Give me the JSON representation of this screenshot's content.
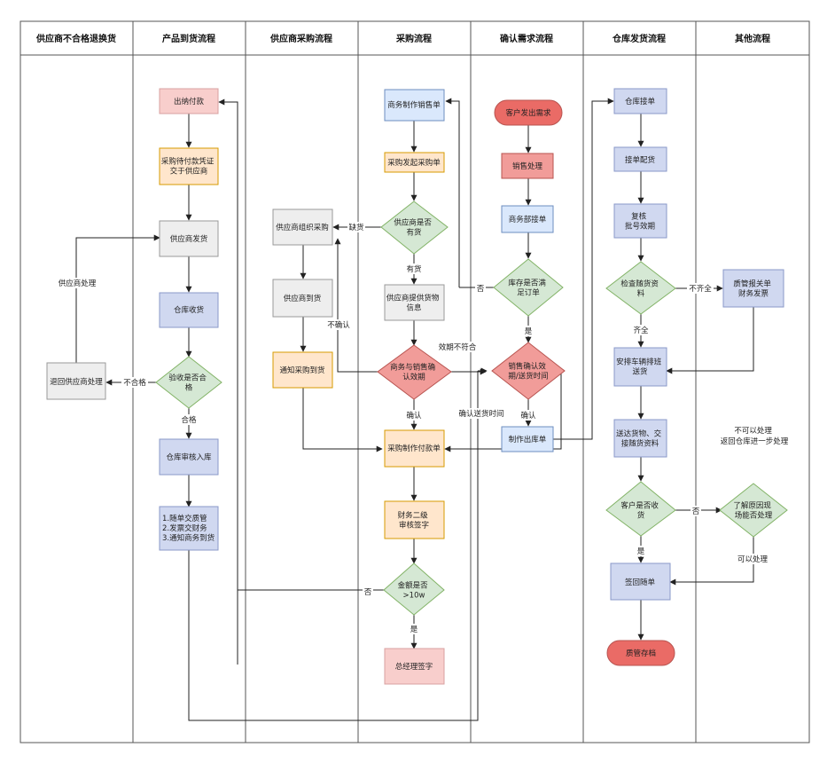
{
  "lanes": [
    "供应商不合格退换货",
    "产品到货流程",
    "供应商采购流程",
    "采购流程",
    "确认需求流程",
    "仓库发货流程",
    "其他流程"
  ],
  "nodes": {
    "chuna_fukuan": [
      "出纳付款"
    ],
    "daifukuan": [
      "采购待付款凭证",
      "交于供应商"
    ],
    "gys_fahuo": [
      "供应商发货"
    ],
    "cangku_shouhuo": [
      "仓库收货"
    ],
    "yanshou": [
      "验收是否合",
      "格"
    ],
    "cangku_ruku": [
      "仓库审核入库"
    ],
    "suidan": [
      "1.随单交质管",
      "2.发票交财务",
      "3.通知商务到货"
    ],
    "tuihui": [
      "退回供应商处理"
    ],
    "gys_zuzhi": [
      "供应商组织采购"
    ],
    "gys_daohuo": [
      "供应商到货"
    ],
    "tongzhi_daohuo": [
      "通知采购到货"
    ],
    "zhizuo_xiaoshoudan": [
      "商务制作销售单"
    ],
    "faqi_caigou": [
      "采购发起采购单"
    ],
    "shifou_youhuo": [
      "供应商是否",
      "有货"
    ],
    "tigong_xinxi": [
      "供应商提供货物",
      "信息"
    ],
    "queren_xiaoqi": [
      "商务与销售确",
      "认效期"
    ],
    "fukuandan": [
      "采购制作付款单"
    ],
    "caiwu_shenhe": [
      "财务二级",
      "审核签字"
    ],
    "jine": [
      "金额是否",
      ">10w"
    ],
    "zongjingli": [
      "总经理签字"
    ],
    "kehu_xuqiu": [
      "客户发出需求"
    ],
    "xiaoshou_chuli": [
      "销售处理"
    ],
    "shangwu_jiedan": [
      "商务部接单"
    ],
    "kucun": [
      "库存是否满",
      "足订单"
    ],
    "xiaoshou_queren": [
      "销售确认效",
      "期/送货时间"
    ],
    "chukudan": [
      "制作出库单"
    ],
    "cangku_jiedan": [
      "仓库接单"
    ],
    "jiedan_peihuo": [
      "接单配货"
    ],
    "fuhe": [
      "复核",
      "批号效期"
    ],
    "jiancha": [
      "检查随货资",
      "料"
    ],
    "anpai": [
      "安排车辆排班",
      "送货"
    ],
    "songda": [
      "送达货物、交",
      "接随货资料"
    ],
    "kehu_shouhuo": [
      "客户是否收",
      "货"
    ],
    "qianhui": [
      "签回随单"
    ],
    "zhiguan_cundang": [
      "质管存档"
    ],
    "zhiguan_baoguan": [
      "质管报关单",
      "财务发票"
    ],
    "liaojie": [
      "了解原因现",
      "场能否处理"
    ]
  },
  "edge_labels": {
    "que_huo": "缺货",
    "you_huo": "有货",
    "bu_queren": "不确认",
    "queren_1": "确认",
    "xiaoqi_bufuhe": "效期不符合",
    "queren_songhuo": "确认送货时间",
    "queren_2": "确认",
    "fou_kucun": "否",
    "shi_kucun": "是",
    "bu_hege": "不合格",
    "hege": "合格",
    "gys_chuli": "供应商处理",
    "fou_jine": "否",
    "shi_jine": "是",
    "bu_qiquan": "不齐全",
    "qiquan": "齐全",
    "fou_shouhuo": "否",
    "shi_shouhuo": "是",
    "buke_chuli": [
      "不可以处理",
      "返回仓库进一步处理"
    ],
    "keyi_chuli": "可以处理"
  },
  "colors": {
    "process_blue": "#dae8fc",
    "process_blue_stroke": "#6c8ebf",
    "process_lilac": "#d0d8f0",
    "process_lilac_stroke": "#8a98c8",
    "process_orange": "#ffe6cc",
    "process_orange_stroke": "#d79b00",
    "process_pink": "#f8cecc",
    "process_pink_stroke": "#b85450",
    "process_gray": "#eeeeee",
    "process_gray_stroke": "#999999",
    "decision_green": "#d5e8d4",
    "decision_green_stroke": "#82b366",
    "terminal_red": "#ea6b66",
    "terminal_red_stroke": "#b85450"
  }
}
